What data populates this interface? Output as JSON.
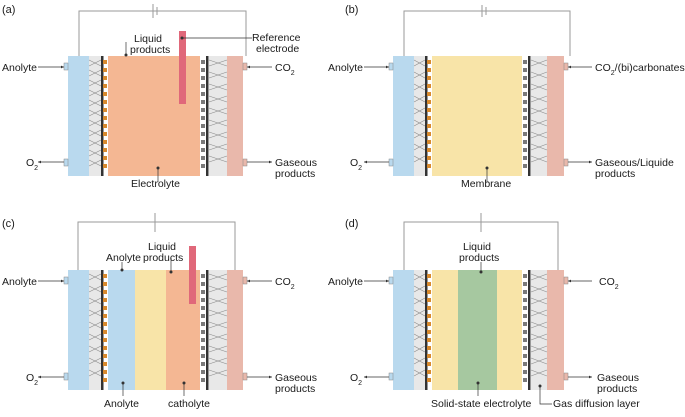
{
  "colors": {
    "anolyte": "#b9d9ee",
    "electrolyte": "#f4b793",
    "membrane": "#f8e4a8",
    "solid_electrolyte": "#a6c8a0",
    "gas_chamber": "#e9b8ab",
    "reference": "#e0687a",
    "wire": "#9a9a9a",
    "catalyst_anode": "#d88a2e",
    "catalyst_cathode": "#7a7a7a"
  },
  "panels": [
    {
      "label": "(a)",
      "left": [
        "Anolyte",
        "O2"
      ],
      "right_labels": [
        [
          "CO",
          "2",
          ""
        ],
        [
          "Gaseous",
          "products",
          ""
        ]
      ],
      "inner_top": [
        "Liquid",
        "products"
      ],
      "inner_bottom": [
        "Electrolyte"
      ],
      "extra": [
        "Reference",
        "electrode"
      ]
    },
    {
      "label": "(b)",
      "left": [
        "Anolyte",
        "O2"
      ],
      "right_labels": [
        [
          "CO",
          "2",
          "/(bi)carbonates"
        ],
        [
          "Gaseous/Liquide",
          "products",
          ""
        ]
      ],
      "inner_bottom": [
        "Membrane"
      ]
    },
    {
      "label": "(c)",
      "left": [
        "Anolyte",
        "O2"
      ],
      "right_labels": [
        [
          "CO",
          "2",
          ""
        ],
        [
          "Gaseous",
          "products",
          ""
        ]
      ],
      "inner_top": [
        "Anolyte",
        "Liquid",
        "products"
      ],
      "inner_bottom": [
        "Anolyte",
        "catholyte"
      ]
    },
    {
      "label": "(d)",
      "left": [
        "Anolyte",
        "O2"
      ],
      "right_labels": [
        [
          "CO",
          "2",
          ""
        ],
        [
          "Gaseous",
          "products",
          ""
        ]
      ],
      "inner_top": [
        "Liquid",
        "products"
      ],
      "inner_bottom": [
        "Solid-state electrolyte",
        "Gas diffusion layer"
      ]
    }
  ]
}
